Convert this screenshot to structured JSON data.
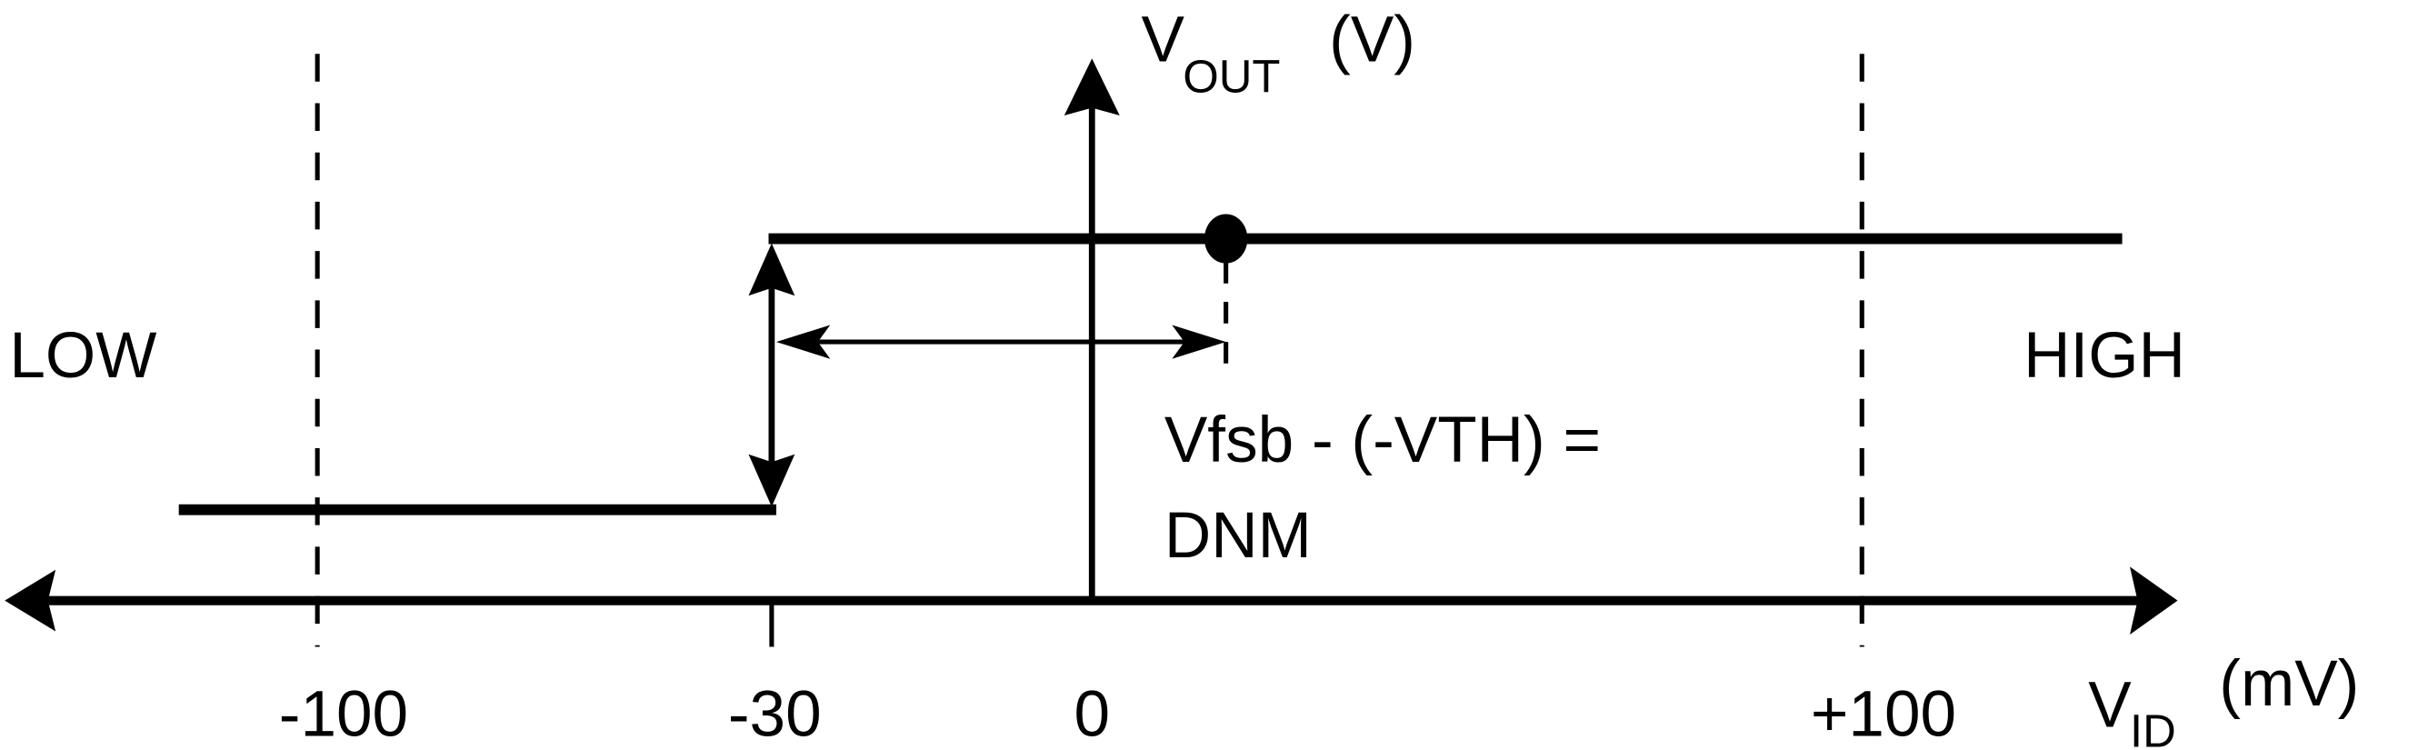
{
  "chart_data": {
    "type": "diagram",
    "y_axis": {
      "label_main": "V",
      "label_sub": "OUT",
      "unit": "(V)"
    },
    "x_axis": {
      "label_main": "V",
      "label_sub": "ID",
      "unit": "(mV)"
    },
    "ticks": [
      "-100",
      "-30",
      "0",
      "+100"
    ],
    "regions": {
      "low": "LOW",
      "high": "HIGH"
    },
    "annotation": {
      "line1": "Vfsb - (-VTH) =",
      "line2": "DNM"
    },
    "threshold_mV": -30,
    "dot_mV": 18
  }
}
